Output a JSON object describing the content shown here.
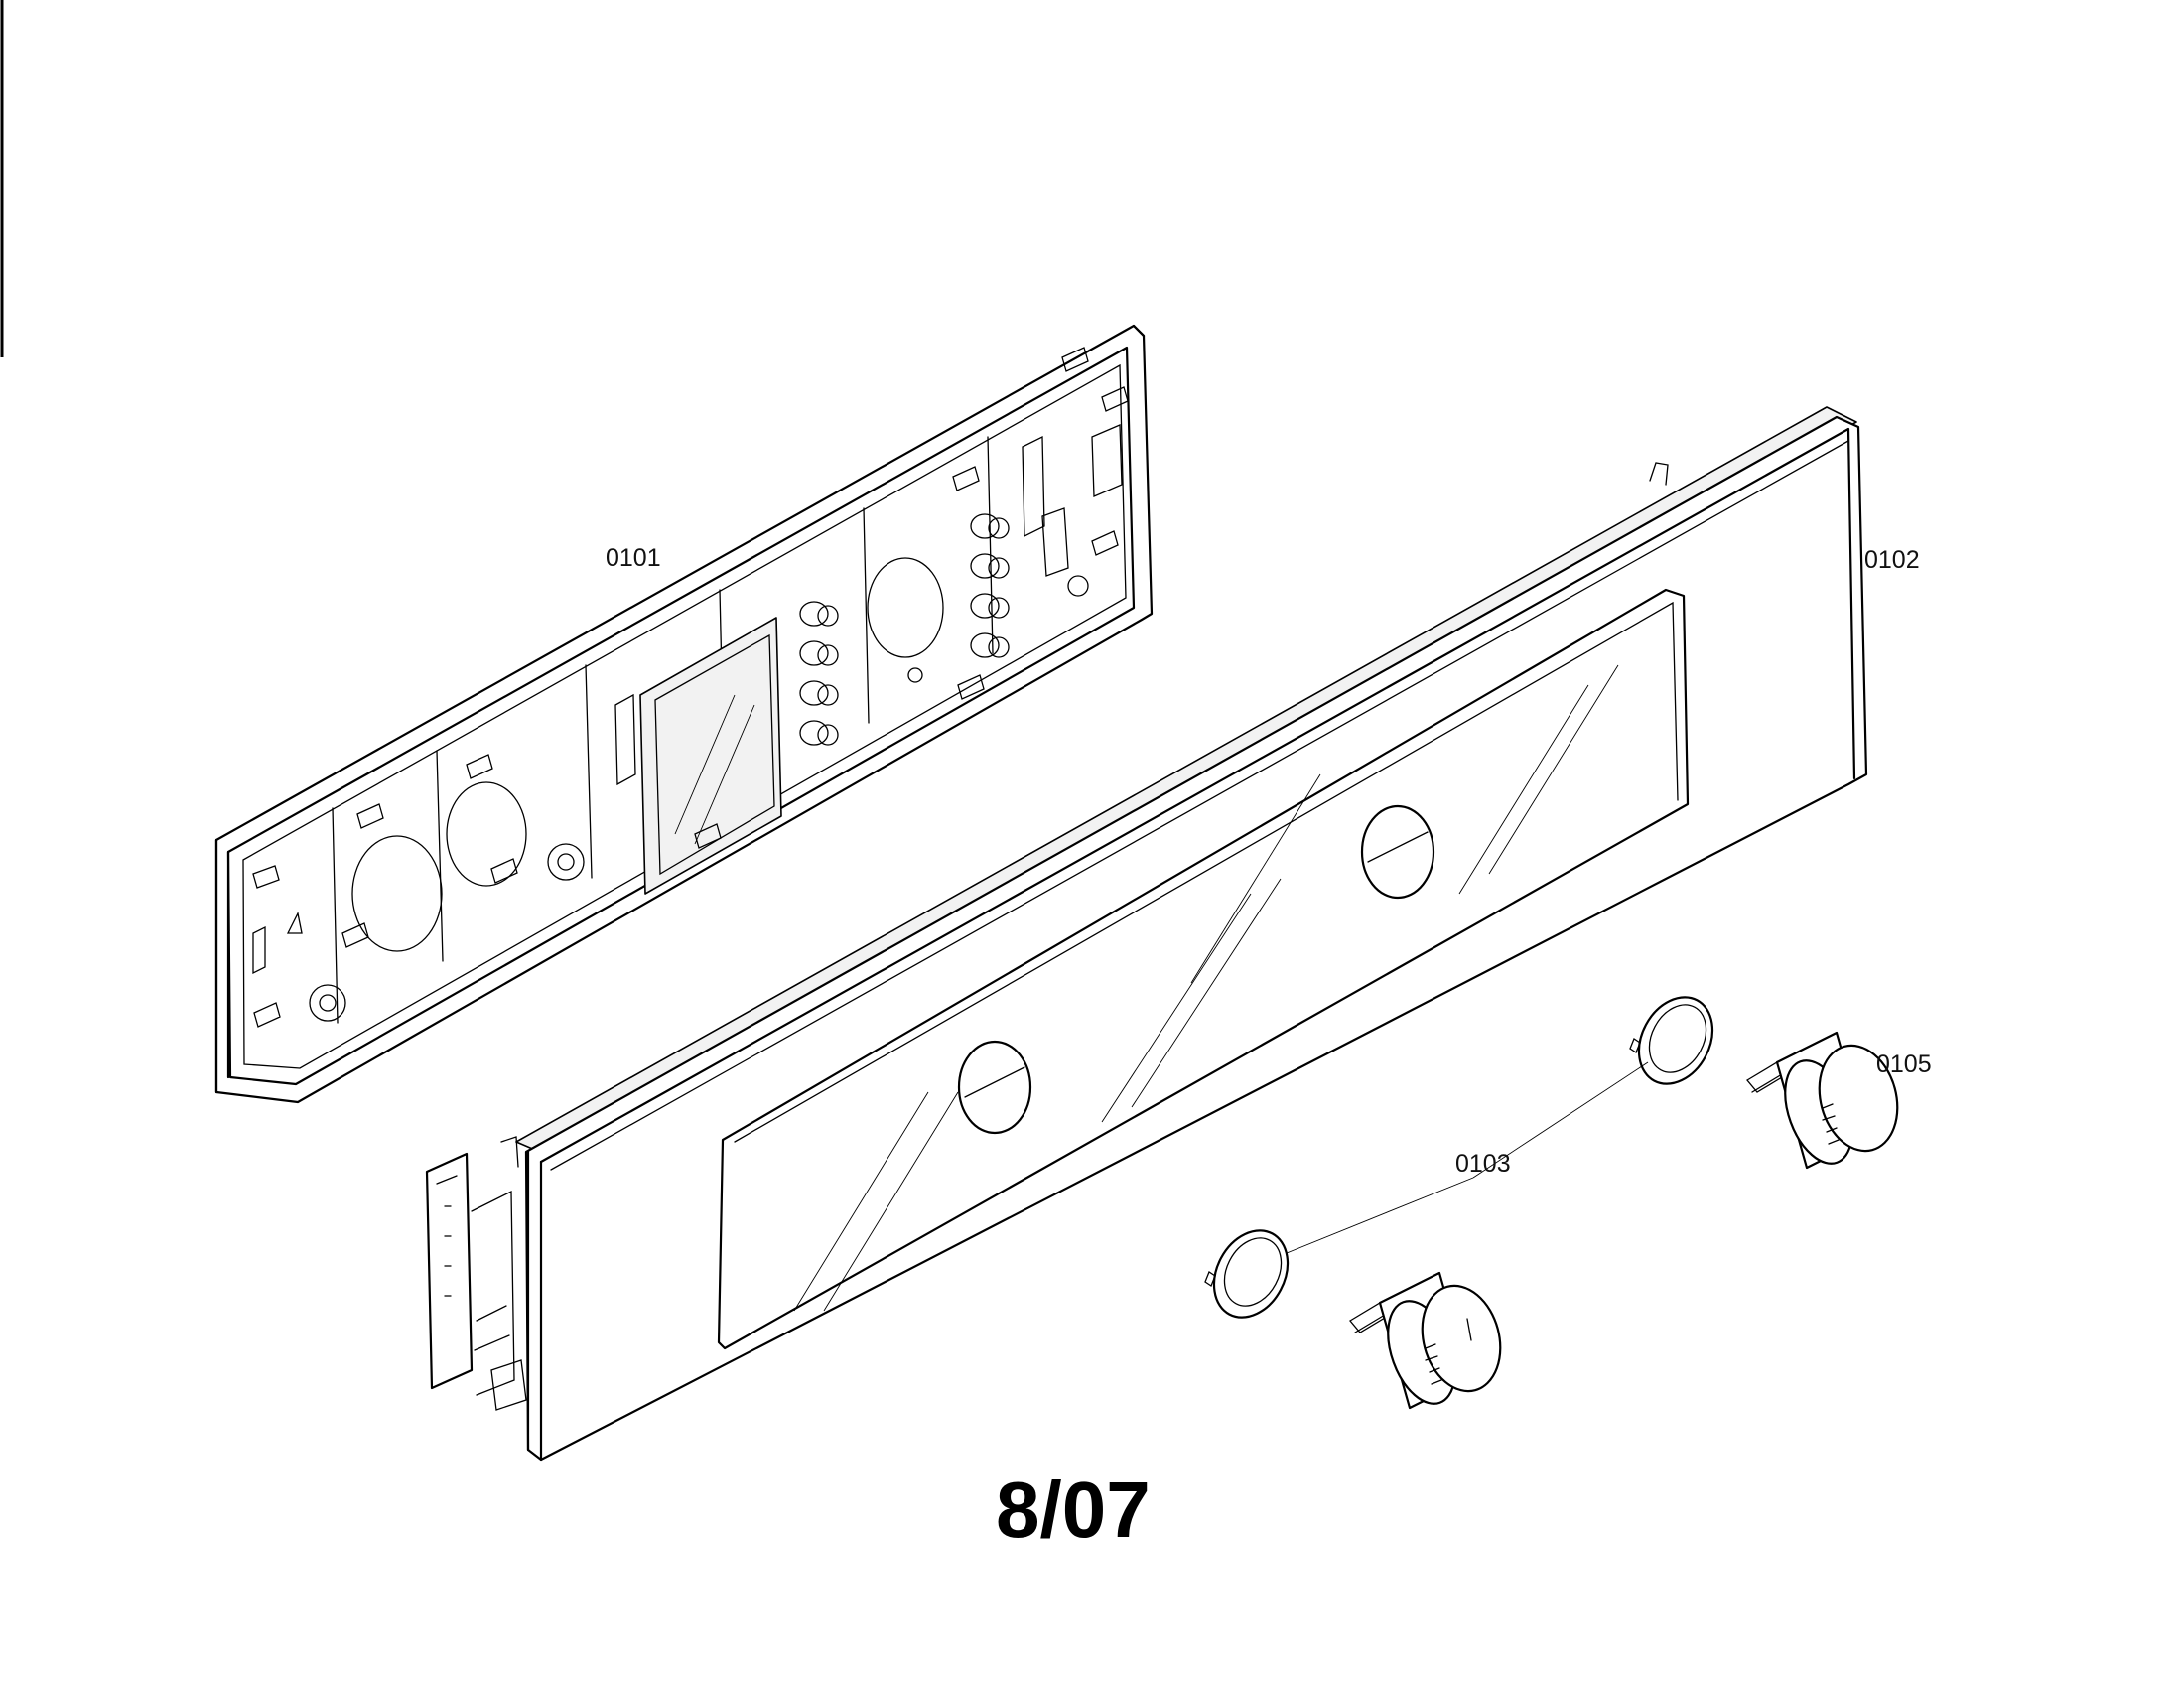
{
  "diagram": {
    "page_code": "8/07",
    "parts": [
      {
        "id": "housing",
        "callout": "0101"
      },
      {
        "id": "front-panel",
        "callout": "0102"
      },
      {
        "id": "knob-ring",
        "callout": "0103"
      },
      {
        "id": "control-knob",
        "callout": "0105"
      }
    ]
  }
}
